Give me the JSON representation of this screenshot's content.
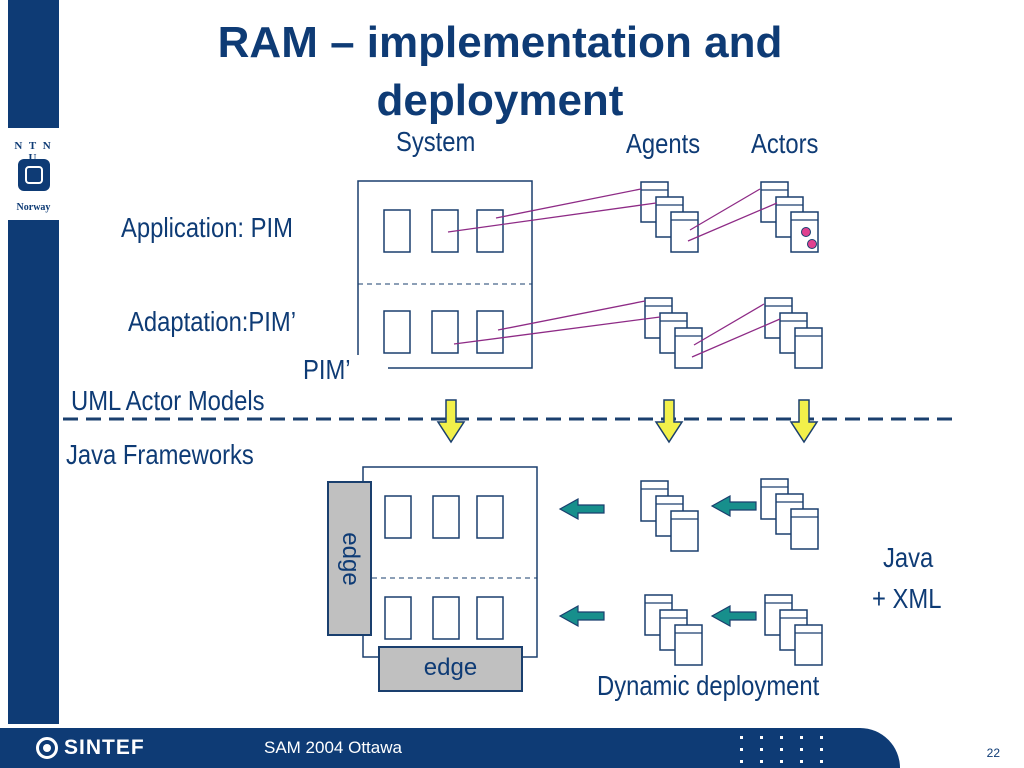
{
  "slide": {
    "title": "RAM – implementation and deployment",
    "page_number": "22"
  },
  "sidebar": {
    "logo_text": "N T N U",
    "logo_country": "Norway"
  },
  "diagram": {
    "column_labels": {
      "system": "System",
      "agents": "Agents",
      "actors": "Actors"
    },
    "row_labels": {
      "application": "Application: PIM",
      "adaptation": "Adaptation:PIM’",
      "pim_prime": "PIM’"
    },
    "layer_labels": {
      "upper": "UML Actor Models",
      "lower": "Java Frameworks"
    },
    "edge_vertical": "edge",
    "edge_horizontal": "edge",
    "java_xml_line1": "Java",
    "java_xml_line2": "+ XML",
    "dynamic_deployment": "Dynamic deployment",
    "colors": {
      "text_navy": "#0e3b75",
      "connector_purple": "#8e2b86",
      "arrow_yellow": "#f2f04a",
      "arrow_teal": "#178f8c",
      "marker_pink": "#e0418f",
      "edge_gray": "#c0c0c0"
    }
  },
  "footer": {
    "logo_icon": "sintef-logo-icon",
    "logo_text": "SINTEF",
    "event": "SAM 2004 Ottawa"
  }
}
